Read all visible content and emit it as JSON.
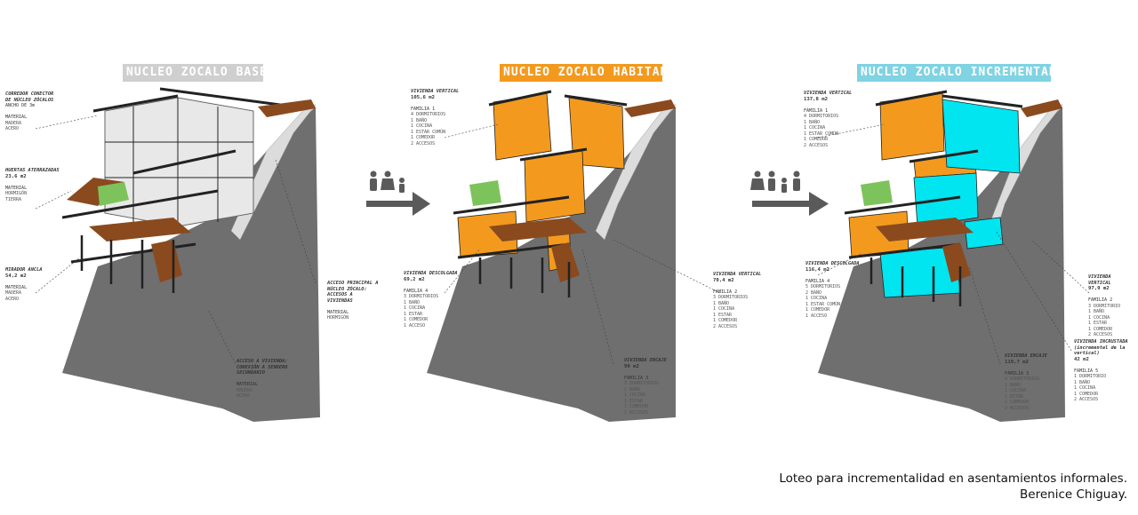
{
  "panels": {
    "base": {
      "title": "NUCLEO ZOCALO BASE",
      "annotations": [
        {
          "heading": "CORREDOR CONECTOR DE NÚCLEO ZÓCALOS",
          "lines": [
            "ANCHO DE 3m",
            "",
            "MATERIAL",
            "MADERA",
            "ACERO"
          ]
        },
        {
          "heading": "HUERTAS ATERRAZADAS",
          "metric": "23,6 m2",
          "lines": [
            "",
            "MATERIAL",
            "HORMIGÓN",
            "TIERRA"
          ]
        },
        {
          "heading": "MIRADOR ANCLA",
          "metric": "54,2 m2",
          "lines": [
            "",
            "MATERIAL",
            "MADERA",
            "ACERO"
          ]
        },
        {
          "heading": "ACCESO PRINCIPAL A NÚCLEO ZÓCALO: ACCESOS A VIVIENDAS",
          "lines": [
            "",
            "MATERIAL",
            "HORMIGÓN"
          ]
        },
        {
          "heading": "ACCESO A VIVIENDA: CONEXIÓN A SENDERO SECUNDARIO",
          "lines": [
            "",
            "MATERIAL",
            "MADERA",
            "ACERO"
          ]
        }
      ]
    },
    "habitado": {
      "title": "NUCLEO ZOCALO HABITADO",
      "annotations": [
        {
          "heading": "VIVIENDA VERTICAL",
          "metric": "105,6 m2",
          "lines": [
            "",
            "FAMILIA 1",
            "4 DORMITORIOS",
            "1 BAÑO",
            "1 COCINA",
            "1 ESTAR COMÚN",
            "1 COMEDOR",
            "2 ACCESOS"
          ]
        },
        {
          "heading": "VIVIENDA DESCOLGADA",
          "metric": "69,2 m2",
          "lines": [
            "",
            "FAMILIA 4",
            "3 DORMITORIOS",
            "1 BAÑO",
            "1 COCINA",
            "1 ESTAR",
            "1 COMEDOR",
            "1 ACCESO"
          ]
        },
        {
          "heading": "VIVIENDA VERTICAL",
          "metric": "70,4 m2",
          "lines": [
            "",
            "FAMILIA 2",
            "3 DORMITORIOS",
            "1 BAÑO",
            "1 COCINA",
            "1 ESTAR",
            "1 COMEDOR",
            "2 ACCESOS"
          ]
        },
        {
          "heading": "VIVIENDA ENCAJE",
          "metric": "99 m2",
          "lines": [
            "",
            "FAMILIA 3",
            "3 DORMITORIOS",
            "1 BAÑO",
            "1 COCINA",
            "1 ESTAR",
            "1 COMEDOR",
            "2 ACCESOS"
          ]
        }
      ]
    },
    "incrementado": {
      "title": "NUCLEO ZOCALO INCREMENTADO",
      "annotations": [
        {
          "heading": "VIVIENDA VERTICAL",
          "metric": "137,8 m2",
          "lines": [
            "",
            "FAMILIA 1",
            "4 DORMITORIOS",
            "1 BAÑO",
            "1 COCINA",
            "1 ESTAR COMÚN",
            "1 COMEDOR",
            "2 ACCESOS"
          ]
        },
        {
          "heading": "VIVIENDA DESCOLGADA",
          "metric": "116,4 m2",
          "lines": [
            "",
            "FAMILIA 4",
            "5 DORMITORIOS",
            "2 BAÑO",
            "1 COCINA",
            "1 ESTAR COMÚN",
            "1 COMEDOR",
            "1 ACCESO"
          ]
        },
        {
          "heading": "VIVIENDA VERTICAL",
          "metric": "97,9 m2",
          "lines": [
            "",
            "FAMILIA 2",
            "3 DORMITORIO",
            "1 BAÑO",
            "1 COCINA",
            "1 ESTAR",
            "1 COMEDOR",
            "2 ACCESOS"
          ]
        },
        {
          "heading": "VIVIENDA INCRUSTADA (incremental de la vertical)",
          "metric": "42 m2",
          "lines": [
            "",
            "FAMILIA 5",
            "1 DORMITORIO",
            "1 BAÑO",
            "1 COCINA",
            "1 COMEDOR",
            "2 ACCESOS"
          ]
        },
        {
          "heading": "VIVIENDA ENCAJE",
          "metric": "119,7 m2",
          "lines": [
            "",
            "FAMILIA 3",
            "4 DORMITORIOS",
            "1 BAÑO",
            "1 COCINA",
            "1 ESTAR",
            "1 COMEDOR",
            "2 ACCESOS"
          ]
        }
      ]
    }
  },
  "arrows": [
    {
      "icon": "family-of-three-icon",
      "color": "#5a5a5a"
    },
    {
      "icon": "family-of-four-icon",
      "color": "#5a5a5a"
    }
  ],
  "colors": {
    "hill": "#6f6f6f",
    "structure": "#222222",
    "deck": "#8a4a1e",
    "habitado": "#f39a1e",
    "incrementado": "#00e5f0",
    "terraces": "#7dc35b"
  },
  "caption": {
    "line1": "Loteo para incrementalidad en asentamientos informales.",
    "line2": "Berenice Chiguay."
  }
}
